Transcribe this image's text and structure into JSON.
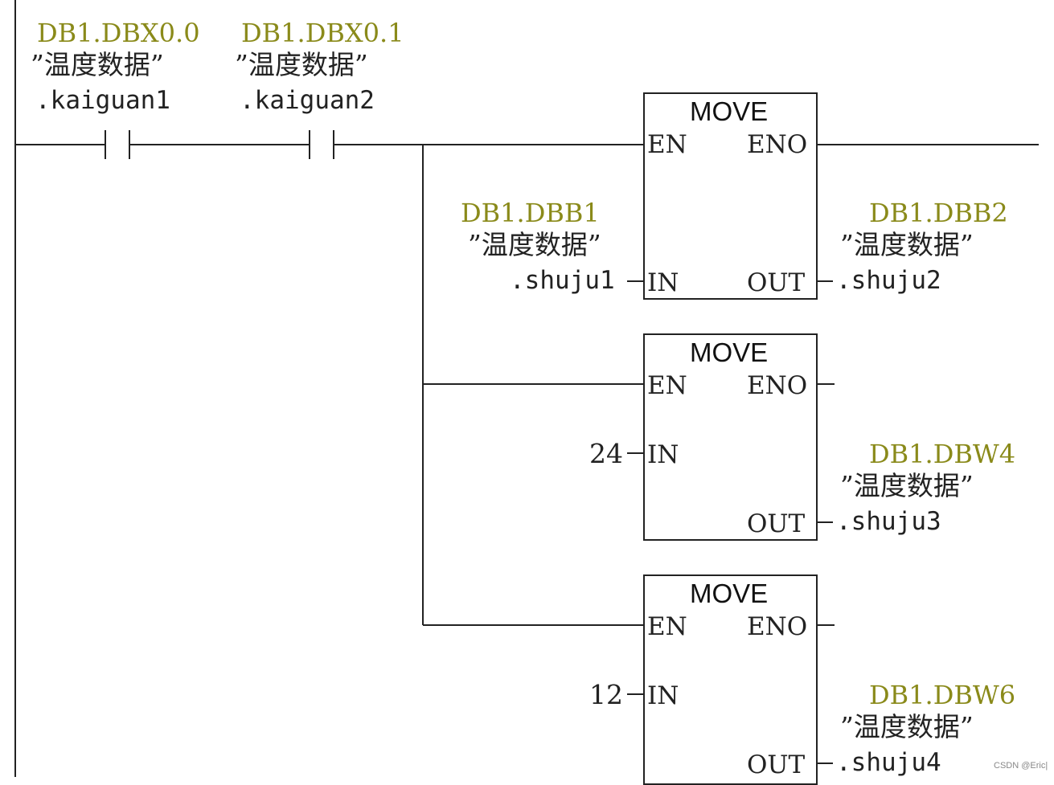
{
  "contacts": [
    {
      "address": "DB1.DBX0.0",
      "symbol": "”温度数据”",
      "member": ".kaiguan1"
    },
    {
      "address": "DB1.DBX0.1",
      "symbol": "”温度数据”",
      "member": ".kaiguan2"
    }
  ],
  "blocks": [
    {
      "title": "MOVE",
      "en": "EN",
      "eno": "ENO",
      "in": "IN",
      "out": "OUT",
      "in_address": "DB1.DBB1",
      "in_symbol": "”温度数据”",
      "in_member": ".shuju1",
      "out_address": "DB1.DBB2",
      "out_symbol": "”温度数据”",
      "out_member": ".shuju2"
    },
    {
      "title": "MOVE",
      "en": "EN",
      "eno": "ENO",
      "in": "IN",
      "out": "OUT",
      "in_const": "24",
      "out_address": "DB1.DBW4",
      "out_symbol": "”温度数据”",
      "out_member": ".shuju3"
    },
    {
      "title": "MOVE",
      "en": "EN",
      "eno": "ENO",
      "in": "IN",
      "out": "OUT",
      "in_const": "12",
      "out_address": "DB1.DBW6",
      "out_symbol": "”温度数据”",
      "out_member": ".shuju4"
    }
  ],
  "watermark": "CSDN @Eric|"
}
